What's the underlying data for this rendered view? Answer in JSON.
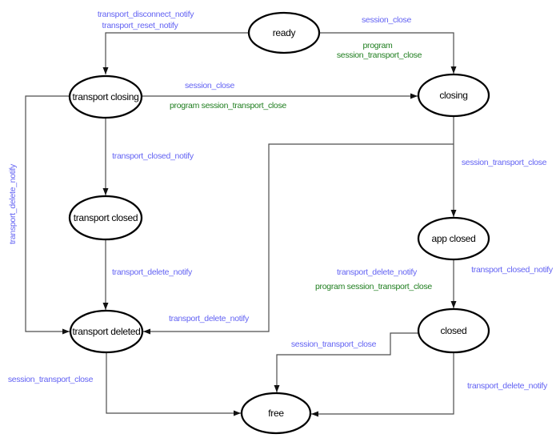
{
  "graph": {
    "type": "state-machine-diagram",
    "colors": {
      "notify_label": "#6363f3",
      "program_label": "#1f7e1f",
      "node_border": "#000000",
      "node_text": "#000000",
      "edge_line": "#4d4d4d",
      "arrowhead": "#111111"
    },
    "nodes": [
      {
        "id": "ready",
        "label": "ready"
      },
      {
        "id": "transport-closing",
        "label": "transport closing"
      },
      {
        "id": "closing",
        "label": "closing"
      },
      {
        "id": "transport-closed",
        "label": "transport closed"
      },
      {
        "id": "app-closed",
        "label": "app closed"
      },
      {
        "id": "transport-deleted",
        "label": "transport deleted"
      },
      {
        "id": "closed",
        "label": "closed"
      },
      {
        "id": "free",
        "label": "free"
      }
    ],
    "edges": [
      {
        "from": "ready",
        "to": "transport-closing",
        "labels": [
          {
            "text": "transport_disconnect_notify",
            "kind": "notify"
          },
          {
            "text": "transport_reset_notify",
            "kind": "notify"
          }
        ]
      },
      {
        "from": "ready",
        "to": "closing",
        "labels": [
          {
            "text": "session_close",
            "kind": "notify"
          },
          {
            "text": "program",
            "kind": "program"
          },
          {
            "text": "session_transport_close",
            "kind": "program"
          }
        ]
      },
      {
        "from": "transport-closing",
        "to": "closing",
        "labels": [
          {
            "text": "session_close",
            "kind": "notify"
          },
          {
            "text": "program session_transport_close",
            "kind": "program"
          }
        ]
      },
      {
        "from": "transport-closing",
        "to": "transport-closed",
        "labels": [
          {
            "text": "transport_closed_notify",
            "kind": "notify"
          }
        ]
      },
      {
        "from": "transport-closing",
        "to": "transport-deleted",
        "labels": [
          {
            "text": "transport_delete_notify",
            "kind": "notify"
          }
        ]
      },
      {
        "from": "transport-closed",
        "to": "transport-deleted",
        "labels": [
          {
            "text": "transport_delete_notify",
            "kind": "notify"
          }
        ]
      },
      {
        "from": "closing",
        "to": "app-closed",
        "labels": [
          {
            "text": "session_transport_close",
            "kind": "notify"
          }
        ]
      },
      {
        "from": "closing",
        "to": "transport-deleted",
        "labels": [
          {
            "text": "transport_delete_notify",
            "kind": "notify"
          }
        ]
      },
      {
        "from": "app-closed",
        "to": "closed",
        "labels": [
          {
            "text": "transport_delete_notify",
            "kind": "notify"
          },
          {
            "text": "program session_transport_close",
            "kind": "program"
          },
          {
            "text": "transport_closed_notify",
            "kind": "notify"
          }
        ]
      },
      {
        "from": "closed",
        "to": "free",
        "labels": [
          {
            "text": "session_transport_close",
            "kind": "notify"
          }
        ]
      },
      {
        "from": "transport-deleted",
        "to": "free",
        "labels": [
          {
            "text": "session_transport_close",
            "kind": "notify"
          }
        ]
      },
      {
        "from": "closed",
        "to": "free",
        "labels": [
          {
            "text": "transport_delete_notify",
            "kind": "notify"
          }
        ]
      }
    ]
  }
}
